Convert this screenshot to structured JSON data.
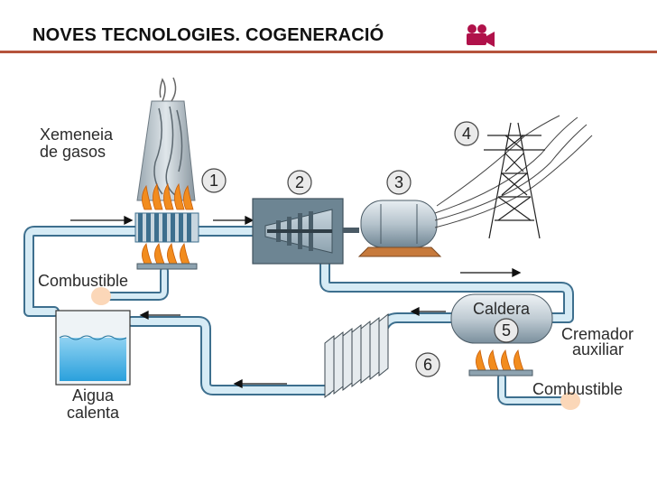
{
  "header": {
    "title": "NOVES TECNOLOGIES. COGENERACIÓ",
    "icon": "video-camera-icon",
    "rule_color": "#b5533c"
  },
  "diagram": {
    "labels": {
      "chimney_line1": "Xemeneia",
      "chimney_line2": "de gasos",
      "fuel_left": "Combustible",
      "hot_water_line1": "Aigua",
      "hot_water_line2": "calenta",
      "boiler": "Caldera",
      "burner_line1": "Cremador",
      "burner_line2": "auxiliar",
      "fuel_right": "Combustible"
    },
    "numbers": [
      "1",
      "2",
      "3",
      "4",
      "5",
      "6"
    ],
    "colors": {
      "pipe_fill": "#d6ebf5",
      "pipe_stroke": "#3d6f8e",
      "water": "#4fb7e6",
      "flame": "#f28c1e"
    }
  }
}
